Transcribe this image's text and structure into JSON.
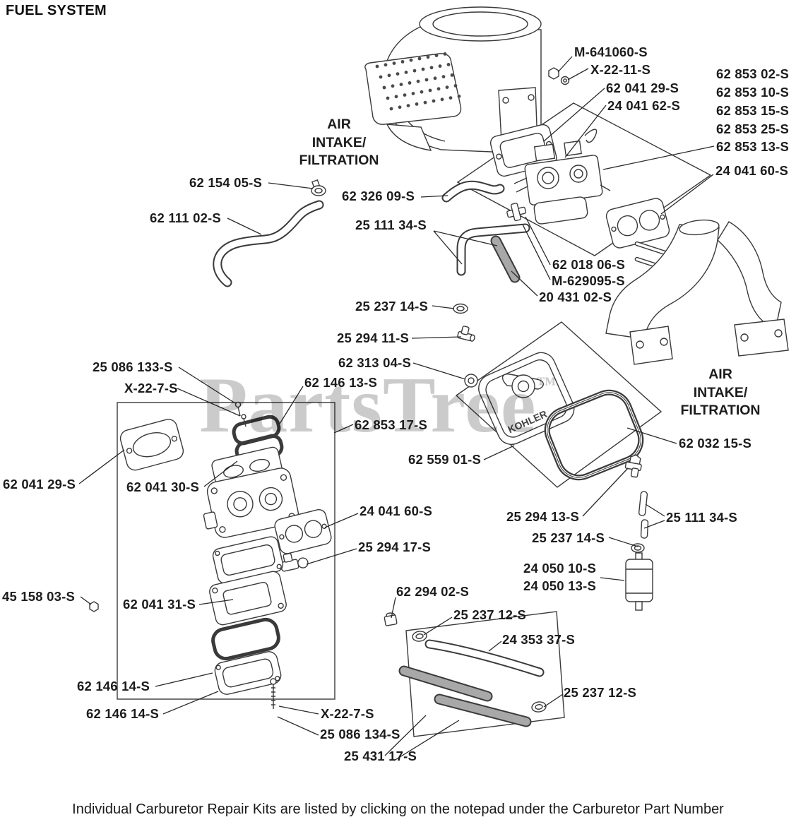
{
  "page": {
    "title": "FUEL SYSTEM",
    "footer": "Individual Carburetor Repair Kits are listed by clicking on the notepad under the Carburetor Part Number",
    "watermark": {
      "text": "PartsTree",
      "tm": "™"
    }
  },
  "annotations": {
    "air_intake_left": "AIR\nINTAKE/\nFILTRATION",
    "air_intake_right": "AIR\nINTAKE/\nFILTRATION"
  },
  "diagram": {
    "brand": "KOHLER"
  },
  "labels": [
    "M-641060-S",
    "X-22-11-S",
    "62 041 29-S",
    "24 041 62-S",
    "62 853 02-S",
    "62 853 10-S",
    "62 853 15-S",
    "62 853 25-S",
    "62 853 13-S",
    "24 041 60-S",
    "62 154 05-S",
    "62 326 09-S",
    "62 111 02-S",
    "25 111 34-S",
    "62 018 06-S",
    "M-629095-S",
    "20 431 02-S",
    "25 237 14-S",
    "25 294 11-S",
    "62 313 04-S",
    "25 086 133-S",
    "X-22-7-S",
    "62 146 13-S",
    "62 853 17-S",
    "62 032 15-S",
    "62 559 01-S",
    "62 041 29-S",
    "62 041 30-S",
    "24 041 60-S",
    "25 294 13-S",
    "25 111 34-S",
    "25 237 14-S",
    "25 294 17-S",
    "24 050 10-S",
    "24 050 13-S",
    "45 158 03-S",
    "62 041 31-S",
    "62 294 02-S",
    "25 237 12-S",
    "24 353 37-S",
    "25 237 12-S",
    "62 146 14-S",
    "62 146 14-S",
    "X-22-7-S",
    "25 086 134-S",
    "25 431 17-S"
  ]
}
